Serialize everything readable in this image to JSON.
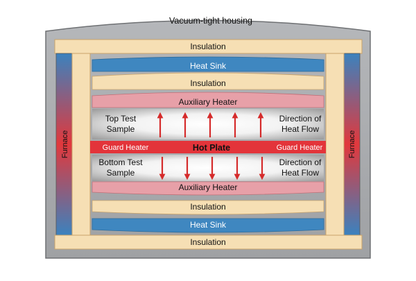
{
  "housing": {
    "label": "Vacuum-tight housing"
  },
  "layers": {
    "insulation_top": "Insulation",
    "heat_sink_top": "Heat Sink",
    "insulation_upper": "Insulation",
    "aux_heater_top": "Auxiliary Heater",
    "hot_plate": "Hot Plate",
    "guard_left": "Guard Heater",
    "guard_right": "Guard Heater",
    "aux_heater_bottom": "Auxiliary Heater",
    "insulation_lower": "Insulation",
    "heat_sink_bottom": "Heat Sink",
    "insulation_bottom": "Insulation"
  },
  "samples": {
    "top_line1": "Top Test",
    "top_line2": "Sample",
    "bottom_line1": "Bottom Test",
    "bottom_line2": "Sample"
  },
  "flow": {
    "up_line1": "Direction of",
    "up_line2": "Heat Flow",
    "down_line1": "Direction of",
    "down_line2": "Heat Flow"
  },
  "furnace": {
    "left": "Furnace",
    "right": "Furnace"
  },
  "colors": {
    "housing": "#a9abae",
    "insulation": "#f6dfb4",
    "insulation_stroke": "#c9a36a",
    "heat_sink": "#3f87c0",
    "aux_heater": "#e7a0a8",
    "hot_plate": "#e3343a",
    "arrow": "#d52b2b",
    "sample_gray": "#9a9a9a",
    "furnace_blue": "#3b82be",
    "furnace_red": "#e2383c"
  }
}
